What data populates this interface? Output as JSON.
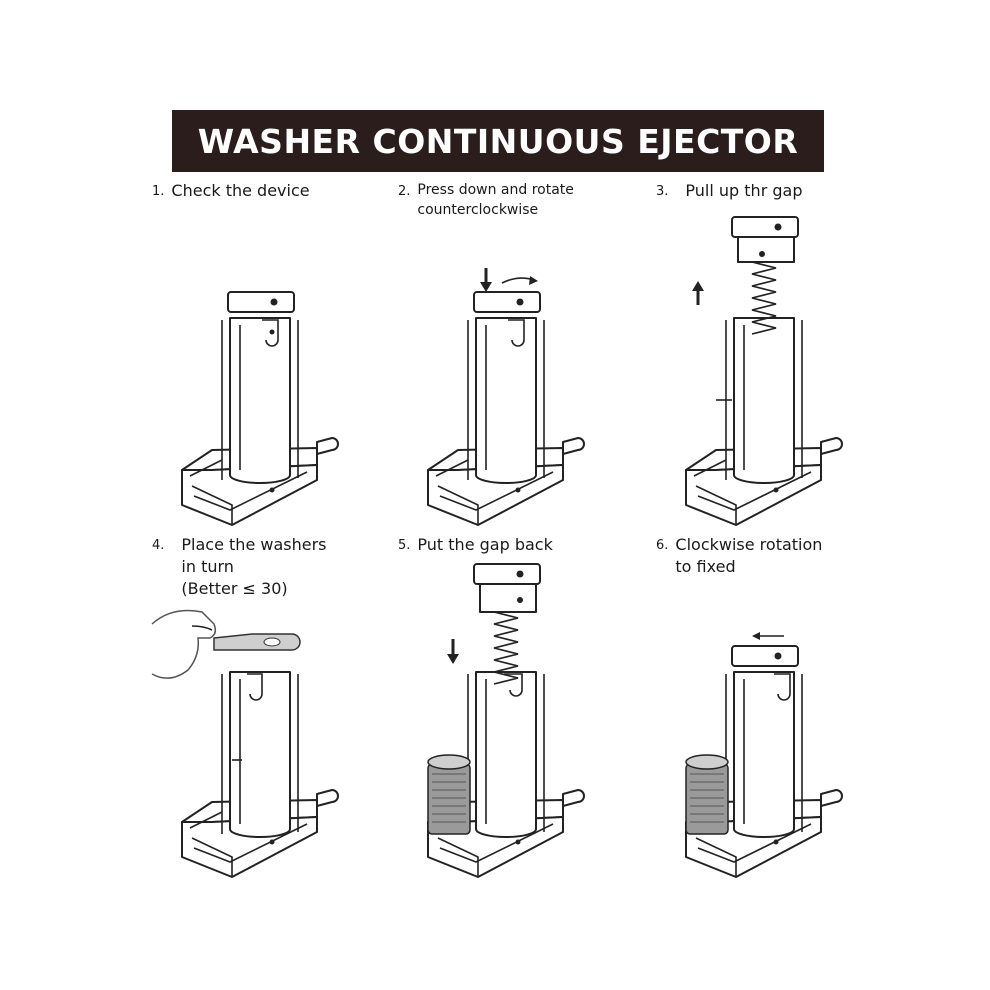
{
  "title": "WASHER CONTINUOUS EJECTOR",
  "colors": {
    "banner_bg": "#2a1d1c",
    "banner_text": "#ffffff",
    "line": "#222222"
  },
  "steps": [
    {
      "number": "1.",
      "text": "Check the device"
    },
    {
      "number": "2.",
      "text": "Press down and rotate\ncounterclockwise"
    },
    {
      "number": "3.",
      "text": "Pull up thr gap"
    },
    {
      "number": "4.",
      "text": "Place the washers\nin turn\n(Better ≤ 30)"
    },
    {
      "number": "5.",
      "text": "Put the gap back"
    },
    {
      "number": "6.",
      "text": "Clockwise rotation\nto fixed"
    }
  ]
}
